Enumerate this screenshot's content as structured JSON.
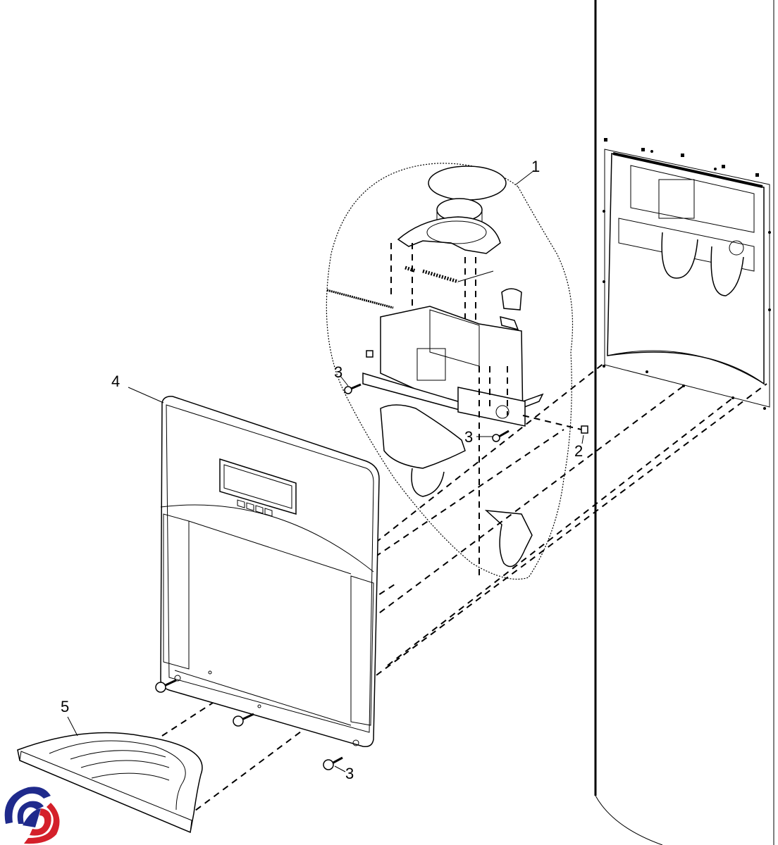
{
  "diagram": {
    "callouts": [
      {
        "id": "callout-1",
        "text": "1"
      },
      {
        "id": "callout-2",
        "text": "2"
      },
      {
        "id": "callout-3a",
        "text": "3"
      },
      {
        "id": "callout-3b",
        "text": "3"
      },
      {
        "id": "callout-3c",
        "text": "3"
      },
      {
        "id": "callout-4",
        "text": "4"
      },
      {
        "id": "callout-5",
        "text": "5"
      }
    ],
    "logo_colors": {
      "blue": "#1f2a8c",
      "red": "#d4202a"
    }
  }
}
